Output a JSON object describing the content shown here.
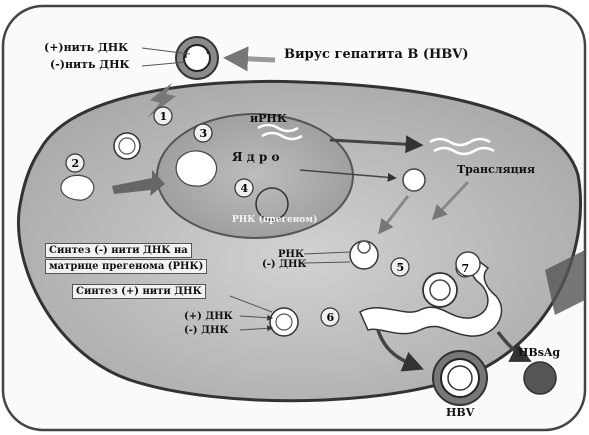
{
  "labels": {
    "plus_strand": "(+)нить ДНК",
    "minus_strand": "(-)нить ДНК",
    "virus_title": "Вирус гепатита В (HBV)",
    "mrna": "иРНК",
    "nucleus": "Я д р о",
    "pregenome": "РНК (прегеном)",
    "translation": "Трансляция",
    "rna": "РНК",
    "minus_dna": "(-) ДНК",
    "synth_minus_line1": "Синтез (-) нити ДНК на",
    "synth_minus_line2": "матрице прегенома (РНК)",
    "synth_plus": "Синтез (+) нити ДНК",
    "plus_dna2": "(+) ДНК",
    "minus_dna2": "(-) ДНК",
    "hbsag": "HBsAg",
    "hbv": "HBV"
  },
  "steps": [
    "1",
    "2",
    "3",
    "4",
    "5",
    "6",
    "7"
  ]
}
